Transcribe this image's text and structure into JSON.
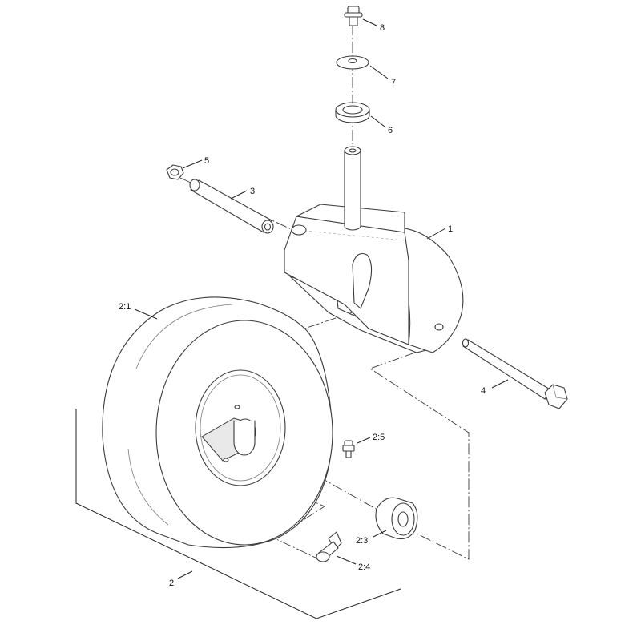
{
  "callouts": {
    "c1": "1",
    "c2": "2",
    "c21": "2:1",
    "c23": "2:3",
    "c24": "2:4",
    "c25": "2:5",
    "c3": "3",
    "c4": "4",
    "c5": "5",
    "c6": "6",
    "c7": "7",
    "c8": "8"
  },
  "colors": {
    "line": "#3a3a3a",
    "background": "#ffffff"
  }
}
